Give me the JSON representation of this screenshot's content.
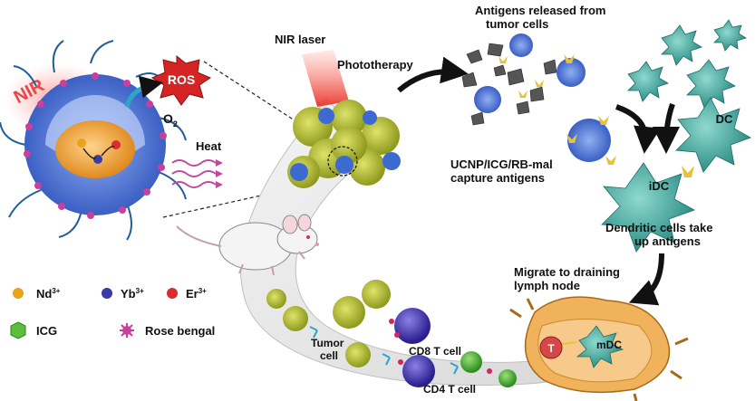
{
  "labels": {
    "nir": "NIR",
    "ros": "ROS",
    "o2": "O",
    "o2_sub": "2",
    "heat": "Heat",
    "nir_laser": "NIR laser",
    "phototherapy": "Phototherapy",
    "antigens_released_1": "Antigens released from",
    "antigens_released_2": "tumor cells",
    "ucnp_1": "UCNP/ICG/RB-mal",
    "ucnp_2": "capture antigens",
    "dc": "DC",
    "idc": "iDC",
    "dendritic_1": "Dendritic cells take",
    "dendritic_2": "up antigens",
    "migrate_1": "Migrate to draining",
    "migrate_2": "lymph node",
    "mdc": "mDC",
    "t": "T",
    "tumor_cell_1": "Tumor",
    "tumor_cell_2": "cell",
    "cd8": "CD8 T cell",
    "cd4": "CD4 T cell"
  },
  "legend": {
    "nd": {
      "text": "Nd",
      "sup": "3+",
      "color": "#e8a21c"
    },
    "yb": {
      "text": "Yb",
      "sup": "3+",
      "color": "#3a3aa6"
    },
    "er": {
      "text": "Er",
      "sup": "3+",
      "color": "#d92d2d"
    },
    "icg": {
      "text": "ICG",
      "color": "#5bbf3c"
    },
    "rb": {
      "text": "Rose bengal",
      "color": "#c8409b"
    }
  },
  "colors": {
    "nanoparticle": "#5b7fd8",
    "core": "#f1a23a",
    "tumor": "#b8c23a",
    "dc": "#3fa9a0",
    "laser": "#e8403a",
    "lymph": "#e8a04a"
  }
}
